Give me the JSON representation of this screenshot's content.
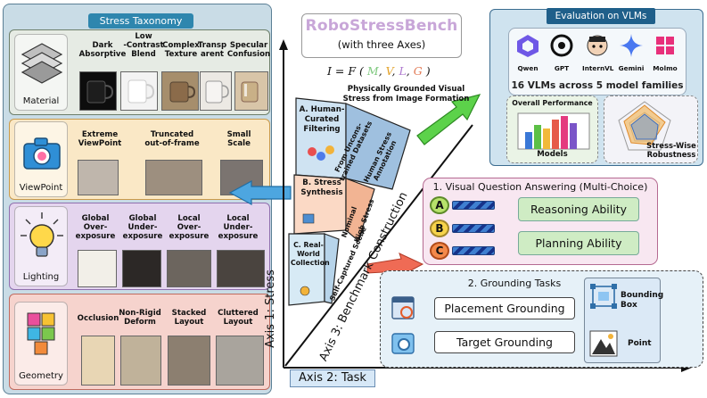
{
  "taxonomy": {
    "title": "Stress Taxonomy",
    "categories": [
      {
        "name": "Material",
        "items": [
          "Dark\nAbsorptive",
          "Low\n-Contrast\nBlend",
          "Complex\nTexture",
          "Transp\narent",
          "Specular\nConfusion"
        ]
      },
      {
        "name": "ViewPoint",
        "items": [
          "Extreme\nViewPoint",
          "Truncated\nout-of-frame",
          "Small\nScale"
        ]
      },
      {
        "name": "Lighting",
        "items": [
          "Global\nOver-\nexposure",
          "Global\nUnder-\nexposure",
          "Local\nOver-\nexposure",
          "Local\nUnder-\nexposure"
        ]
      },
      {
        "name": "Geometry",
        "items": [
          "Occlusion",
          "Non-Rigid\nDeform",
          "Stacked\nLayout",
          "Cluttered\nLayout"
        ]
      }
    ]
  },
  "bench": {
    "title": "RoboStressBench",
    "subtitle": "(with three Axes)",
    "formula": {
      "lhs": "I = F (",
      "M": "M",
      "V": "V",
      "L": "L",
      "G": "G",
      "comma": ",",
      "close": ")"
    },
    "formula_desc": "Physically Grounded Visual\nStress from Image Formation",
    "steps": [
      {
        "label": "A. Human-\nCurated\nFiltering",
        "side": [
          "From Uncons-\ntrained Datasets",
          "Human Stress\nAnnotation"
        ]
      },
      {
        "label": "B. Stress\nSynthesis",
        "side": [
          "Nominal",
          "High Stress"
        ]
      },
      {
        "label": "C. Real-\nWorld\nCollection",
        "side": [
          "Self-Captured Scene"
        ]
      }
    ],
    "axis1": "Axis 1: Stress",
    "axis2": "Axis 2: Task",
    "axis3": "Axis 3: Benchmark Construction"
  },
  "eval": {
    "title": "Evaluation on VLMs",
    "models": [
      "Qwen",
      "GPT",
      "InternVL",
      "Gemini",
      "Molmo"
    ],
    "count": "16 VLMs   across 5 model families",
    "overall_title": "Overall Performance",
    "overall_label": "Models",
    "robust_label": "Stress-Wise\nRobustness"
  },
  "vqa": {
    "title": "1. Visual Question Answering (Multi-Choice)",
    "choices": [
      "A",
      "B",
      "C"
    ],
    "abilities": [
      "Reasoning Ability",
      "Planning Ability"
    ]
  },
  "grounding": {
    "title": "2. Grounding Tasks",
    "tasks": [
      "Placement Grounding",
      "Target Grounding"
    ],
    "outputs": [
      "Bounding\nBox",
      "Point"
    ]
  },
  "colors": {
    "material": "#e6ebe4",
    "viewpoint": "#fae8c6",
    "lighting": "#e4d5ee",
    "geometry": "#f6d3cd",
    "M": "#7fc97f",
    "V": "#e3a32b",
    "L": "#b07cd0",
    "G": "#e27a55"
  }
}
